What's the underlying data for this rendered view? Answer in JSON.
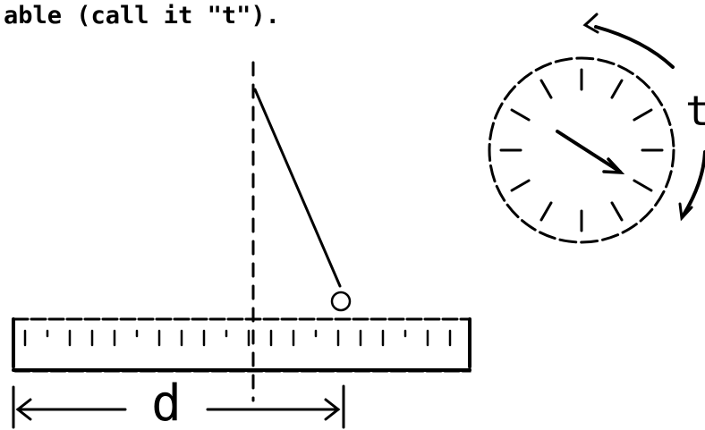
{
  "header": {
    "text": "able (call it \"t\")."
  },
  "diagram": {
    "distance_label": "d",
    "time_label": "t"
  },
  "colors": {
    "ink": "#000000",
    "paper": "#ffffff"
  },
  "icons": {
    "ruler": "ruler-icon",
    "pendulum": "pendulum-icon",
    "clock": "clock-face-icon"
  }
}
